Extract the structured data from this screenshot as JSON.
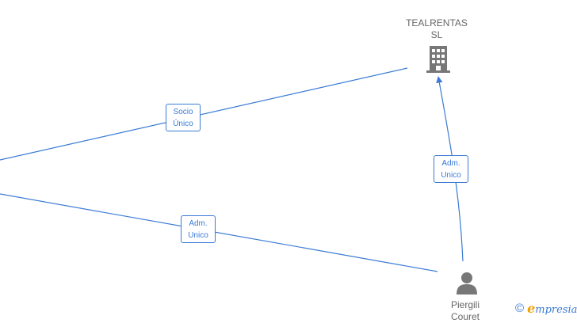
{
  "nodes": {
    "company": {
      "name_line1": "TEALRENTAS",
      "name_line2": "SL",
      "icon": "building-icon"
    },
    "person": {
      "name_line1": "Piergili",
      "name_line2": "Couret",
      "icon": "person-icon"
    }
  },
  "edges": [
    {
      "label_line1": "Socio",
      "label_line2": "Único"
    },
    {
      "label_line1": "Adm.",
      "label_line2": "Unico"
    },
    {
      "label_line1": "Adm.",
      "label_line2": "Unico"
    }
  ],
  "watermark": {
    "symbol": "©",
    "brand_initial": "e",
    "brand_rest": "mpresia"
  },
  "colors": {
    "edge": "#3a7bd5",
    "node_icon": "#777777",
    "label_text": "#666666",
    "brand_accent": "#f0a000"
  }
}
